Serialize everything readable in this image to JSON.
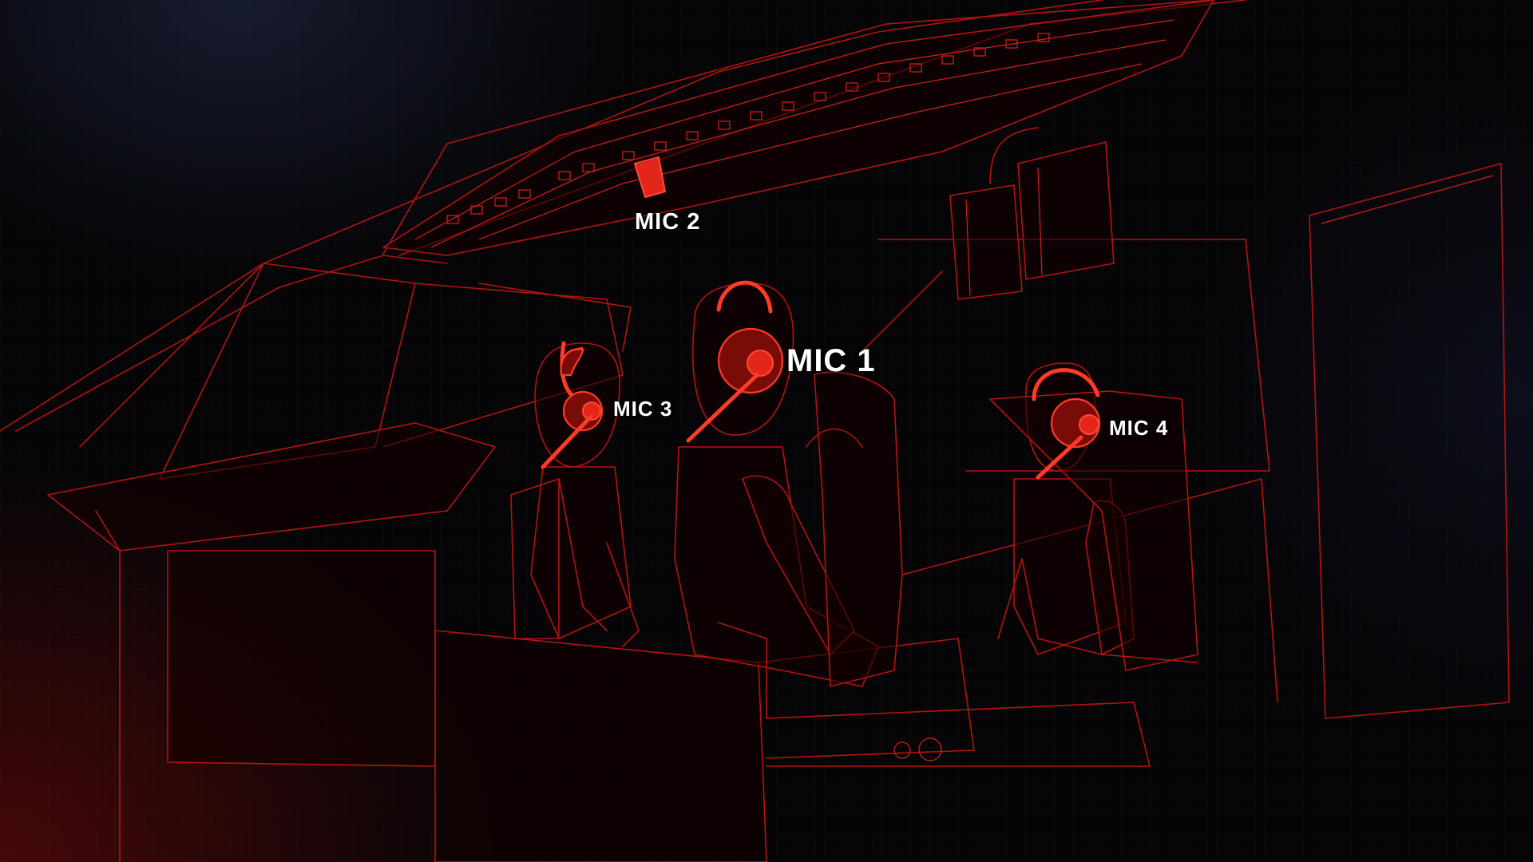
{
  "labels": {
    "mic1": "MIC 1",
    "mic2": "MIC 2",
    "mic3": "MIC 3",
    "mic4": "MIC 4"
  },
  "colors": {
    "wireframe": "#b4140f",
    "highlight": "#e2261a",
    "label": "#ffffff",
    "background": "#050507"
  },
  "icons": {
    "headset": "headset-icon",
    "ceiling_mic": "ceiling-microphone-icon"
  }
}
